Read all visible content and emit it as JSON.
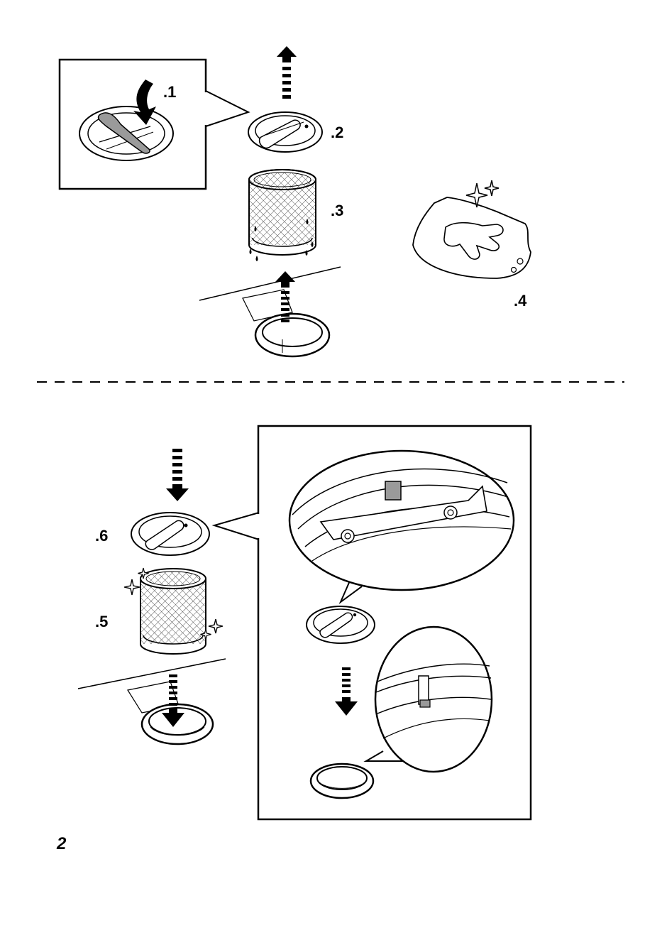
{
  "page_number": "2",
  "steps": [
    {
      "id": 1,
      "label": ".1",
      "caption": "open-latch"
    },
    {
      "id": 2,
      "label": ".2",
      "caption": "lift-cap"
    },
    {
      "id": 3,
      "label": ".3",
      "caption": "remove-filter"
    },
    {
      "id": 4,
      "label": ".4",
      "caption": "clean-filter"
    },
    {
      "id": 5,
      "label": ".5",
      "caption": "reinsert-filter"
    },
    {
      "id": 6,
      "label": ".6",
      "caption": "replace-cap"
    }
  ],
  "colors": {
    "ink": "#000000",
    "paper": "#ffffff",
    "shade": "#9a9a9a",
    "mesh": "#555555"
  }
}
